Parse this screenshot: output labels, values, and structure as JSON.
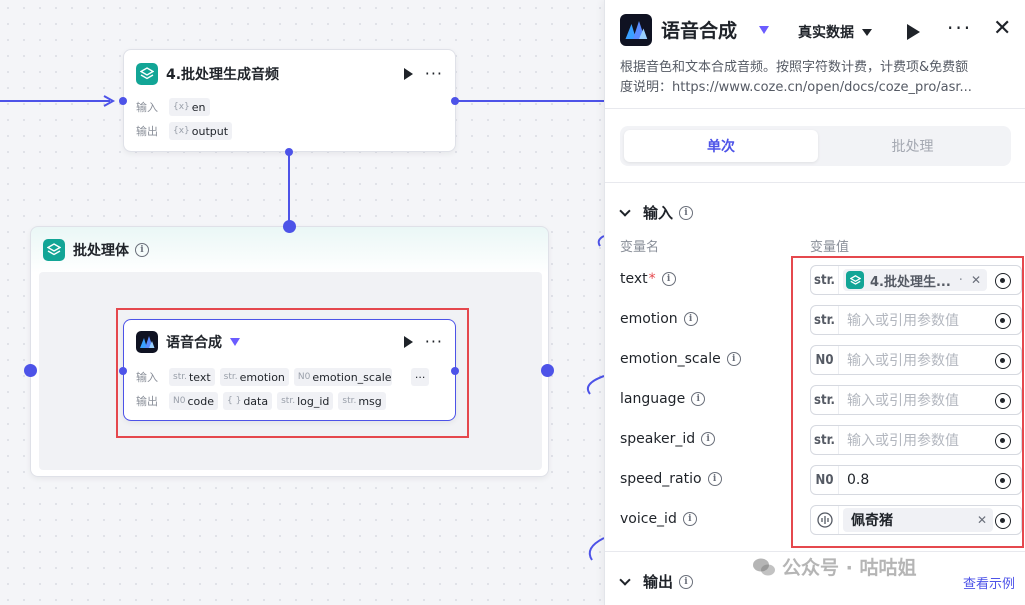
{
  "colors": {
    "accent": "#4d53e8",
    "node_icon_teal": "#12a596",
    "highlight": "#e5484d"
  },
  "batch_node": {
    "title": "4.批处理生成音频",
    "input_label": "输入",
    "input_type": "{x}",
    "input_var": "en",
    "output_label": "输出",
    "output_type": "{x}",
    "output_var": "output"
  },
  "batch_body": {
    "title": "批处理体",
    "info_icon": "info-icon"
  },
  "tts_node": {
    "title": "语音合成",
    "input_label": "输入",
    "inputs": [
      {
        "type": "str.",
        "name": "text"
      },
      {
        "type": "str.",
        "name": "emotion"
      },
      {
        "type": "N0",
        "name": "emotion_scale"
      }
    ],
    "more_label": "···",
    "output_label": "输出",
    "outputs": [
      {
        "type": "N0",
        "name": "code"
      },
      {
        "type": "{ }",
        "name": "data"
      },
      {
        "type": "str.",
        "name": "log_id"
      },
      {
        "type": "str.",
        "name": "msg"
      }
    ]
  },
  "panel": {
    "title": "语音合成",
    "mode": "真实数据",
    "description_line1": "根据音色和文本合成音频。按照字符数计费，计费项&免费额",
    "description_line2": "度说明：https://www.coze.cn/open/docs/coze_pro/asr...",
    "tabs": [
      {
        "label": "单次",
        "active": true
      },
      {
        "label": "批处理",
        "active": false
      }
    ],
    "input_section": "输入",
    "col_name": "变量名",
    "col_value": "变量值",
    "params": [
      {
        "name": "text",
        "required_mark": "*",
        "type": "str.",
        "ref_label": "4.批处理生...",
        "ref_dot": "·"
      },
      {
        "name": "emotion",
        "type": "str.",
        "placeholder": "输入或引用参数值"
      },
      {
        "name": "emotion_scale",
        "type": "N0",
        "placeholder": "输入或引用参数值"
      },
      {
        "name": "language",
        "type": "str.",
        "placeholder": "输入或引用参数值"
      },
      {
        "name": "speaker_id",
        "type": "str.",
        "placeholder": "输入或引用参数值"
      },
      {
        "name": "speed_ratio",
        "type": "N0",
        "value": "0.8"
      },
      {
        "name": "voice_id",
        "voice_label": "佩奇猪"
      }
    ],
    "output_section": "输出",
    "example_link": "查看示例"
  },
  "watermark": {
    "text": "公众号 · 咕咕姐"
  }
}
